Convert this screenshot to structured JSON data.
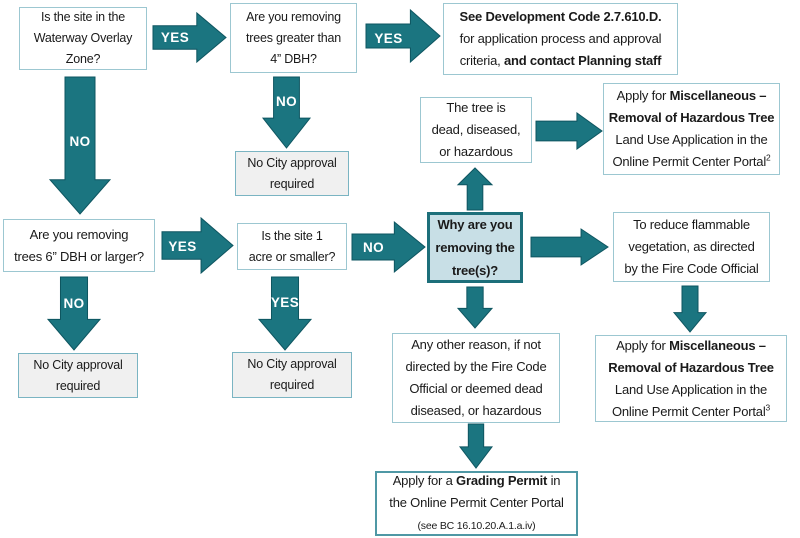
{
  "colors": {
    "arrow_fill": "#1b7580",
    "arrow_outline": "#0e5560",
    "white_box_border": "#9cc7d1",
    "gray_box_fill": "#f0f0f0",
    "gray_box_border": "#7ab4c2",
    "why_box_fill": "#c8dfe6",
    "why_box_border": "#1d6f7a",
    "text": "#1a1a1a"
  },
  "boxes": {
    "waterway": {
      "text": "Is the site in the\nWaterway Overlay\nZone?"
    },
    "trees4": {
      "text": "Are you removing\ntrees greater than\n4” DBH?"
    },
    "dev_code": {
      "segments": [
        {
          "t": "See Development Code 2.7.610.D.",
          "b": true
        },
        {
          "t": "for application process and approval",
          "br": true
        },
        {
          "t": "criteria, ",
          "br": true
        },
        {
          "t": "and contact Planning staff",
          "b": true
        }
      ]
    },
    "no_approval_1": {
      "text": "No City approval\nrequired"
    },
    "tree_dead": {
      "text": "The tree is\ndead, diseased,\nor hazardous"
    },
    "apply_misc_2": {
      "segments": [
        {
          "t": "Apply for "
        },
        {
          "t": "Miscellaneous –",
          "b": true
        },
        {
          "t": "Removal of Hazardous Tree",
          "b": true,
          "br": true
        },
        {
          "t": "Land Use Application in the",
          "br": true
        },
        {
          "t": "Online Permit Center Portal",
          "br": true
        },
        {
          "t": "2",
          "sup": true
        }
      ]
    },
    "trees6": {
      "text": "Are you removing\ntrees 6” DBH or larger?"
    },
    "acre": {
      "text": "Is the site 1\nacre or smaller?"
    },
    "why": {
      "text": "Why are you\nremoving the\ntree(s)?"
    },
    "flammable": {
      "text": "To reduce flammable\nvegetation, as directed\nby the Fire Code Official"
    },
    "no_approval_2": {
      "text": "No City approval\nrequired"
    },
    "no_approval_3": {
      "text": "No City approval\nrequired"
    },
    "any_other": {
      "text": "Any other reason, if not\ndirected by the Fire Code\nOfficial or deemed dead\ndiseased, or hazardous"
    },
    "apply_misc_3": {
      "segments": [
        {
          "t": "Apply for "
        },
        {
          "t": "Miscellaneous –",
          "b": true
        },
        {
          "t": "Removal of Hazardous Tree",
          "b": true,
          "br": true
        },
        {
          "t": "Land Use Application in the",
          "br": true
        },
        {
          "t": "Online Permit Center Portal",
          "br": true
        },
        {
          "t": "3",
          "sup": true
        }
      ]
    },
    "grading": {
      "segments": [
        {
          "t": "Apply for a "
        },
        {
          "t": "Grading Permit",
          "b": true
        },
        {
          "t": " in"
        },
        {
          "t": "the Online Permit Center Portal",
          "br": true
        },
        {
          "t": "(see BC 16.10.20.A.1.a.iv)",
          "br": true,
          "sm": true
        }
      ]
    }
  },
  "arrow_labels": {
    "waterway_yes": "YES",
    "waterway_no": "NO",
    "trees4_yes": "YES",
    "trees4_no": "NO",
    "trees6_yes": "YES",
    "trees6_no": "NO",
    "acre_no": "NO",
    "acre_yes": "YES"
  }
}
